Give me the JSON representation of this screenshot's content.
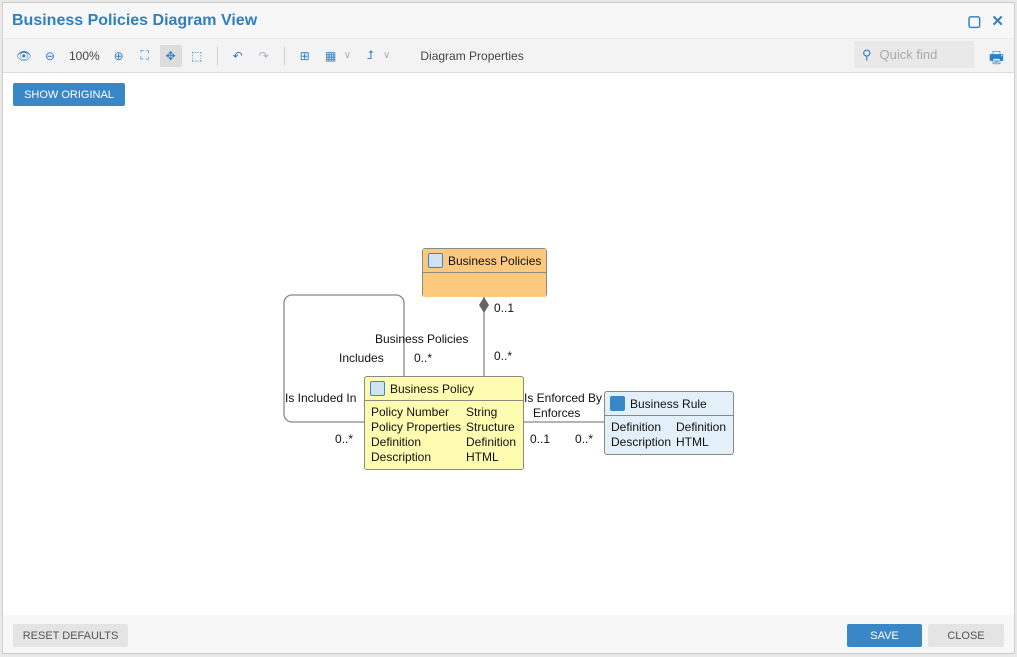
{
  "window": {
    "title": "Business Policies Diagram View"
  },
  "toolbar": {
    "zoom": "100%",
    "diagram_properties": "Diagram Properties",
    "quick_find_placeholder": "Quick find"
  },
  "buttons": {
    "show_original": "SHOW ORIGINAL",
    "reset_defaults": "RESET DEFAULTS",
    "save": "SAVE",
    "close": "CLOSE"
  },
  "nodes": {
    "business_policies": {
      "title": "Business Policies",
      "color": "#fdc97e"
    },
    "business_policy": {
      "title": "Business Policy",
      "color": "#fefcb0",
      "attributes": [
        {
          "name": "Policy Number",
          "type": "String"
        },
        {
          "name": "Policy Properties",
          "type": "Structure"
        },
        {
          "name": "Definition",
          "type": "Definition"
        },
        {
          "name": "Description",
          "type": "HTML"
        }
      ]
    },
    "business_rule": {
      "title": "Business Rule",
      "color": "#e4f0f9",
      "attributes": [
        {
          "name": "Definition",
          "type": "Definition"
        },
        {
          "name": "Description",
          "type": "HTML"
        }
      ]
    }
  },
  "edge_labels": {
    "m01_top": "0..1",
    "m0n_top": "0..*",
    "includes": "Includes",
    "business_policies": "Business Policies",
    "m0n_self_top": "0..*",
    "is_included_in": "Is Included In",
    "m0n_self": "0..*",
    "enforces": "Enforces",
    "is_enforced_by": "Is Enforced By",
    "m01_rule": "0..1",
    "m0n_rule": "0..*"
  }
}
